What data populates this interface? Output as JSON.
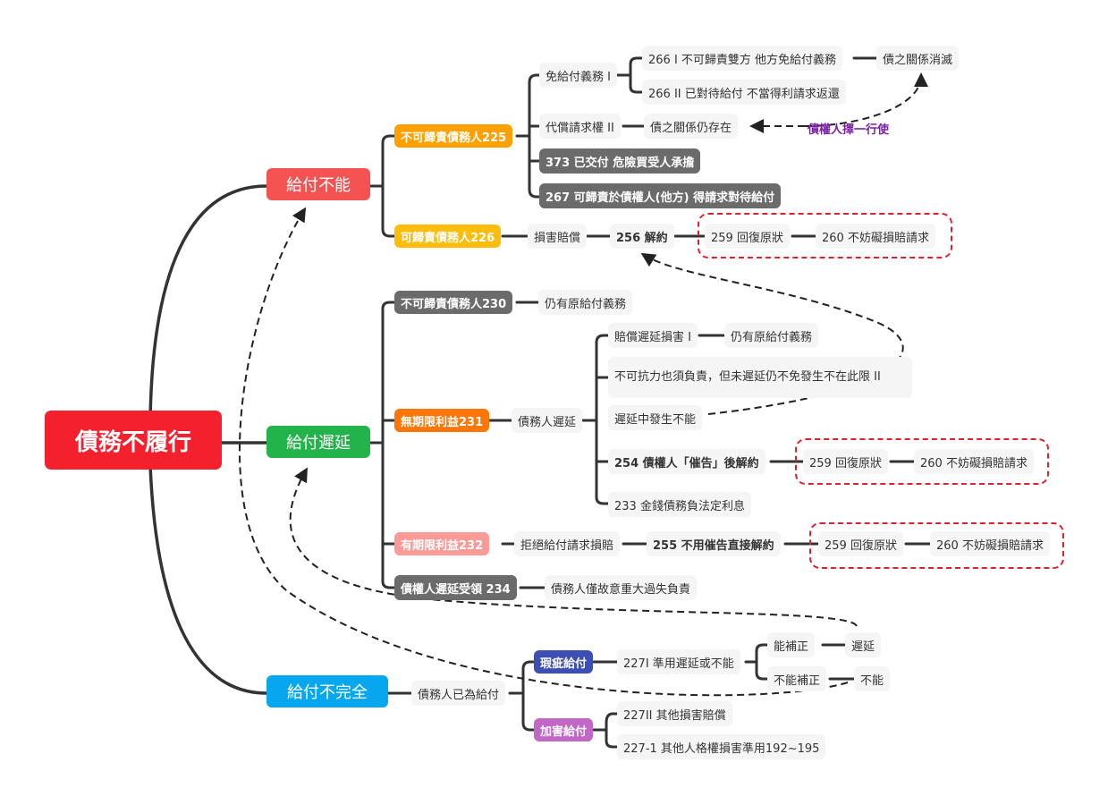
{
  "root": {
    "label": "債務不履行",
    "color": "#f5202e"
  },
  "branches": {
    "impossibility": {
      "label": "給付不能",
      "color": "#f55352",
      "not_attributable": {
        "label": "不可歸責債務人225",
        "color": "#fda000",
        "exempt": {
          "label": "免給付義務 I",
          "items": [
            "266 I 不可歸責雙方 他方免給付義務",
            "266 II 已對待給付 不當得利請求返還"
          ],
          "result": "債之關係消滅"
        },
        "substitute": {
          "label": "代償請求權 II",
          "result": "債之關係仍存在"
        },
        "creditor_choice_note": "債權人擇一行使",
        "dark_items": [
          "373 已交付 危險買受人承擔",
          "267 可歸責於債權人(他方) 得請求對待給付"
        ]
      },
      "attributable": {
        "label": "可歸責債務人226",
        "color": "#fcbd0c",
        "chain": [
          "損害賠償",
          "256 解約",
          "259 回復原狀",
          "260 不妨礙損賠請求"
        ]
      }
    },
    "delay": {
      "label": "給付遲延",
      "color": "#22b44a",
      "not_attributable": {
        "label": "不可歸責債務人230",
        "color": "#6b6b6b",
        "result": "仍有原給付義務"
      },
      "no_term": {
        "label": "無期限利益231",
        "color": "#fe7606",
        "mid": "債務人遲延",
        "items": [
          {
            "label": "賠償遲延損害 I",
            "result": "仍有原給付義務"
          },
          {
            "label": "不可抗力也須負責，但未遲延仍不免發生不在此限 II"
          },
          {
            "label": "遲延中發生不能"
          },
          {
            "label": "254 債權人「催告」後解約",
            "chain": [
              "259 回復原狀",
              "260 不妨礙損賠請求"
            ]
          },
          {
            "label": "233 金錢債務負法定利息"
          }
        ]
      },
      "with_term": {
        "label": "有期限利益232",
        "color": "#fb9b98",
        "chain": [
          "拒絕給付請求損賠",
          "255 不用催告直接解約",
          "259 回復原狀",
          "260 不妨礙損賠請求"
        ]
      },
      "creditor_delay": {
        "label": "債權人遲延受領 234",
        "color": "#6b6b6b",
        "result": "債務人僅故意重大過失負責"
      }
    },
    "incomplete": {
      "label": "給付不完全",
      "color": "#07a7f0",
      "mid": "債務人已為給付",
      "defective": {
        "label": "瑕疵給付",
        "color": "#3e4fb3",
        "mid": "227I 準用遲延或不能",
        "options": [
          {
            "label": "能補正",
            "result": "遲延"
          },
          {
            "label": "不能補正",
            "result": "不能"
          }
        ]
      },
      "harmful": {
        "label": "加害給付",
        "color": "#c266c7",
        "items": [
          "227II 其他損害賠償",
          "227-1 其他人格權損害準用192~195"
        ]
      }
    }
  }
}
